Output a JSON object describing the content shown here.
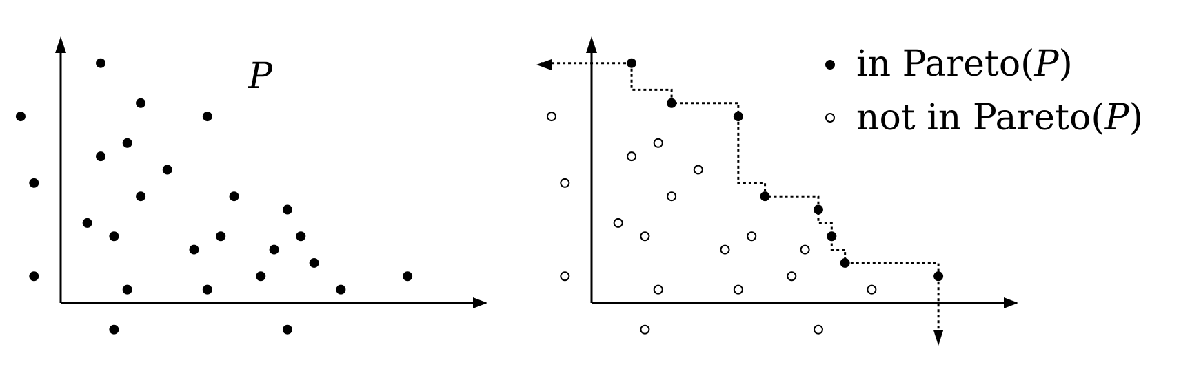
{
  "set_label": "P",
  "legend": {
    "in_pareto": {
      "prefix": "in Pareto(",
      "var": "P",
      "suffix": ")"
    },
    "not_in_pareto": {
      "prefix": "not in Pareto(",
      "var": "P",
      "suffix": ")"
    }
  },
  "colors": {
    "ink": "#000000",
    "paper": "#ffffff"
  },
  "icons": {
    "filled_marker": "filled-circle",
    "hollow_marker": "hollow-circle"
  },
  "points": [
    {
      "x": 3,
      "y": 18,
      "pareto": true
    },
    {
      "x": 6,
      "y": 15,
      "pareto": true
    },
    {
      "x": -3,
      "y": 14,
      "pareto": false
    },
    {
      "x": 11,
      "y": 14,
      "pareto": true
    },
    {
      "x": 5,
      "y": 12,
      "pareto": false
    },
    {
      "x": 3,
      "y": 11,
      "pareto": false
    },
    {
      "x": 8,
      "y": 10,
      "pareto": false
    },
    {
      "x": -2,
      "y": 9,
      "pareto": false
    },
    {
      "x": 6,
      "y": 8,
      "pareto": false
    },
    {
      "x": 13,
      "y": 8,
      "pareto": true
    },
    {
      "x": 17,
      "y": 7,
      "pareto": true
    },
    {
      "x": 2,
      "y": 6,
      "pareto": false
    },
    {
      "x": 4,
      "y": 5,
      "pareto": false
    },
    {
      "x": 12,
      "y": 5,
      "pareto": false
    },
    {
      "x": 18,
      "y": 5,
      "pareto": true
    },
    {
      "x": 10,
      "y": 4,
      "pareto": false
    },
    {
      "x": 16,
      "y": 4,
      "pareto": false
    },
    {
      "x": 19,
      "y": 3,
      "pareto": true
    },
    {
      "x": -2,
      "y": 2,
      "pareto": false
    },
    {
      "x": 15,
      "y": 2,
      "pareto": false
    },
    {
      "x": 26,
      "y": 2,
      "pareto": true
    },
    {
      "x": 5,
      "y": 1,
      "pareto": false
    },
    {
      "x": 11,
      "y": 1,
      "pareto": false
    },
    {
      "x": 21,
      "y": 1,
      "pareto": false
    },
    {
      "x": 4,
      "y": -2,
      "pareto": false
    },
    {
      "x": 17,
      "y": -2,
      "pareto": false
    }
  ]
}
